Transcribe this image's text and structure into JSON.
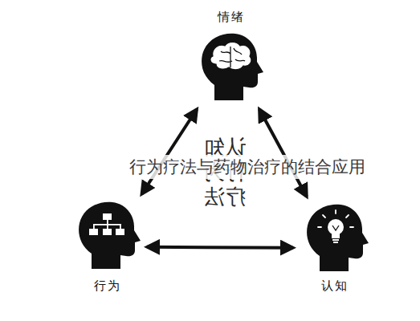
{
  "diagram": {
    "nodes": [
      {
        "text": [
          "情绪"
        ]
      },
      {
        "text": [
          "行为"
        ]
      },
      {
        "text": [
          "认知"
        ]
      }
    ],
    "edges": [
      {
        "from": 0,
        "to": 1,
        "arrow": "both"
      },
      {
        "from": 0,
        "to": 2,
        "arrow": "both"
      },
      {
        "from": 1,
        "to": 2,
        "arrow": "both"
      }
    ],
    "labels": [
      "认知 行为 疗法",
      "行为疗法与药物治疗的结合应用"
    ]
  }
}
